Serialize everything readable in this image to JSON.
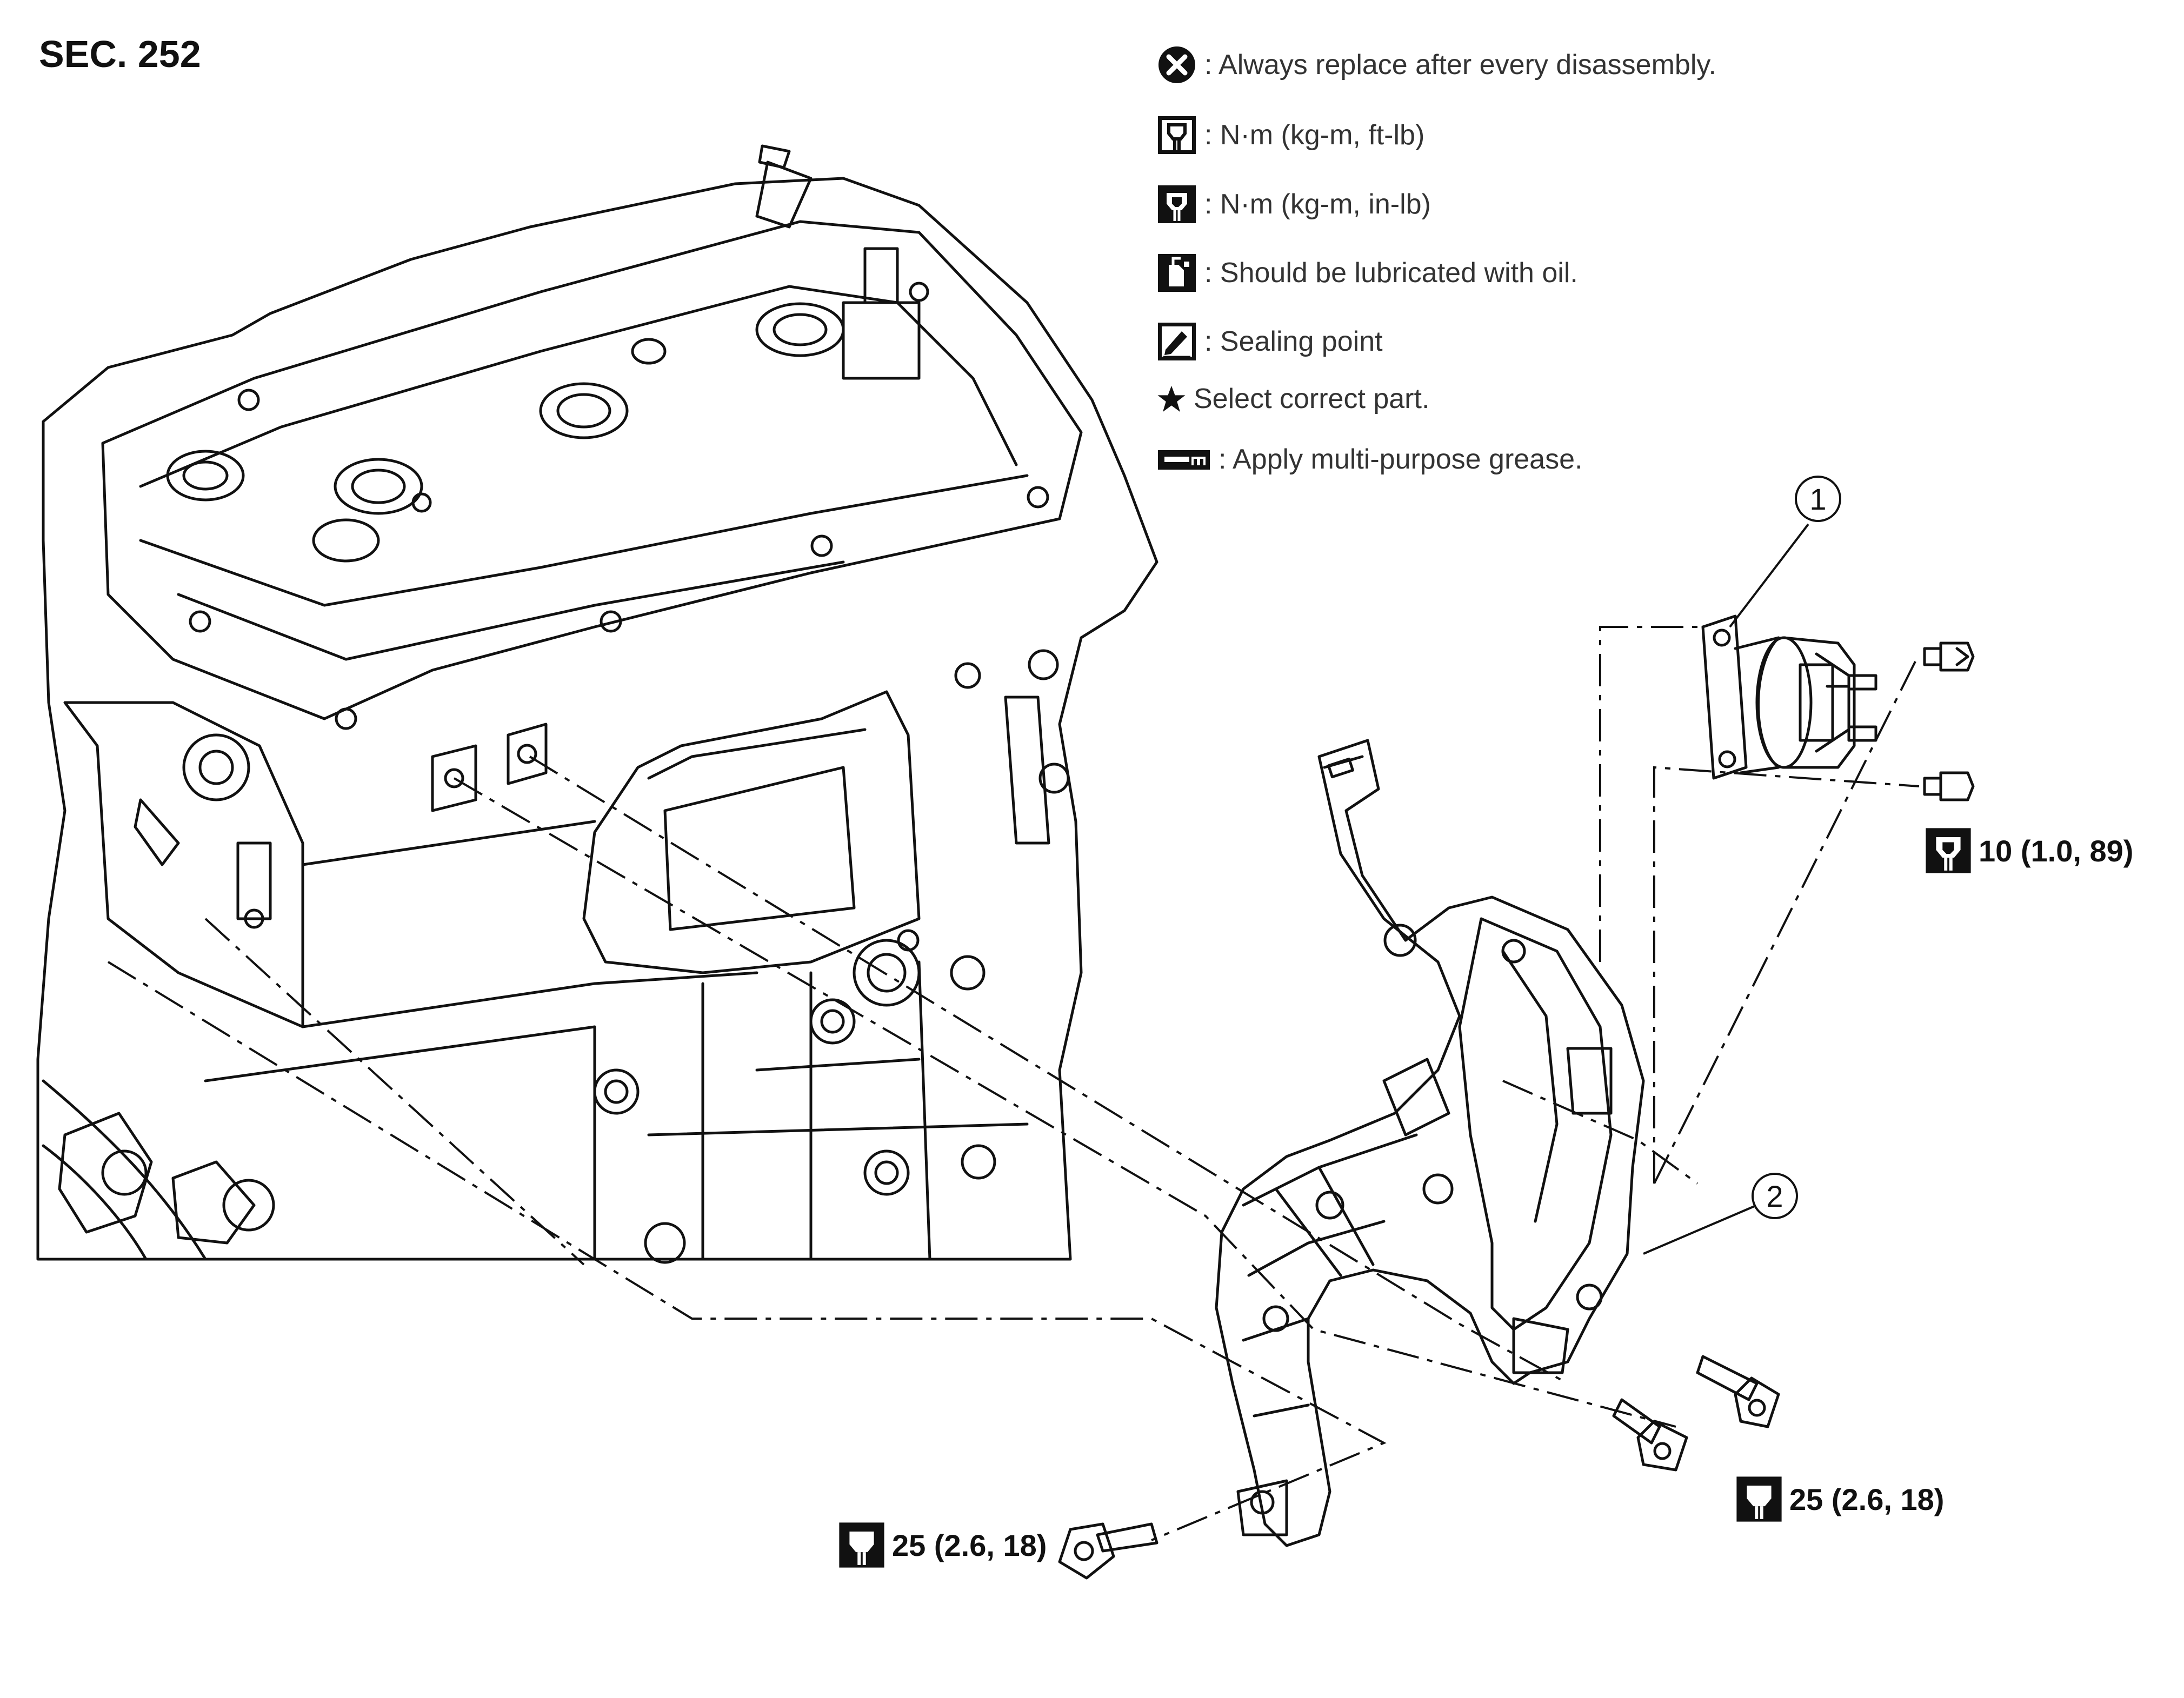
{
  "section": "SEC. 252",
  "legend": [
    {
      "icon": "always-replace-icon",
      "text": ": Always replace after every disassembly."
    },
    {
      "icon": "torque-ftlb-icon",
      "text": ": N·m (kg-m, ft-lb)"
    },
    {
      "icon": "torque-inlb-icon",
      "text": ": N·m (kg-m, in-lb)"
    },
    {
      "icon": "oil-can-icon",
      "text": ": Should be lubricated with oil."
    },
    {
      "icon": "sealing-point-icon",
      "text": ": Sealing point"
    },
    {
      "icon": "star-icon",
      "text": "Select correct part."
    },
    {
      "icon": "grease-icon",
      "text": ": Apply multi-purpose grease."
    }
  ],
  "callouts": [
    "1",
    "2"
  ],
  "torques": {
    "top_right": "10 (1.0, 89)",
    "bottom_right": "25 (2.6, 18)",
    "bottom_center": "25 (2.6, 18)"
  }
}
